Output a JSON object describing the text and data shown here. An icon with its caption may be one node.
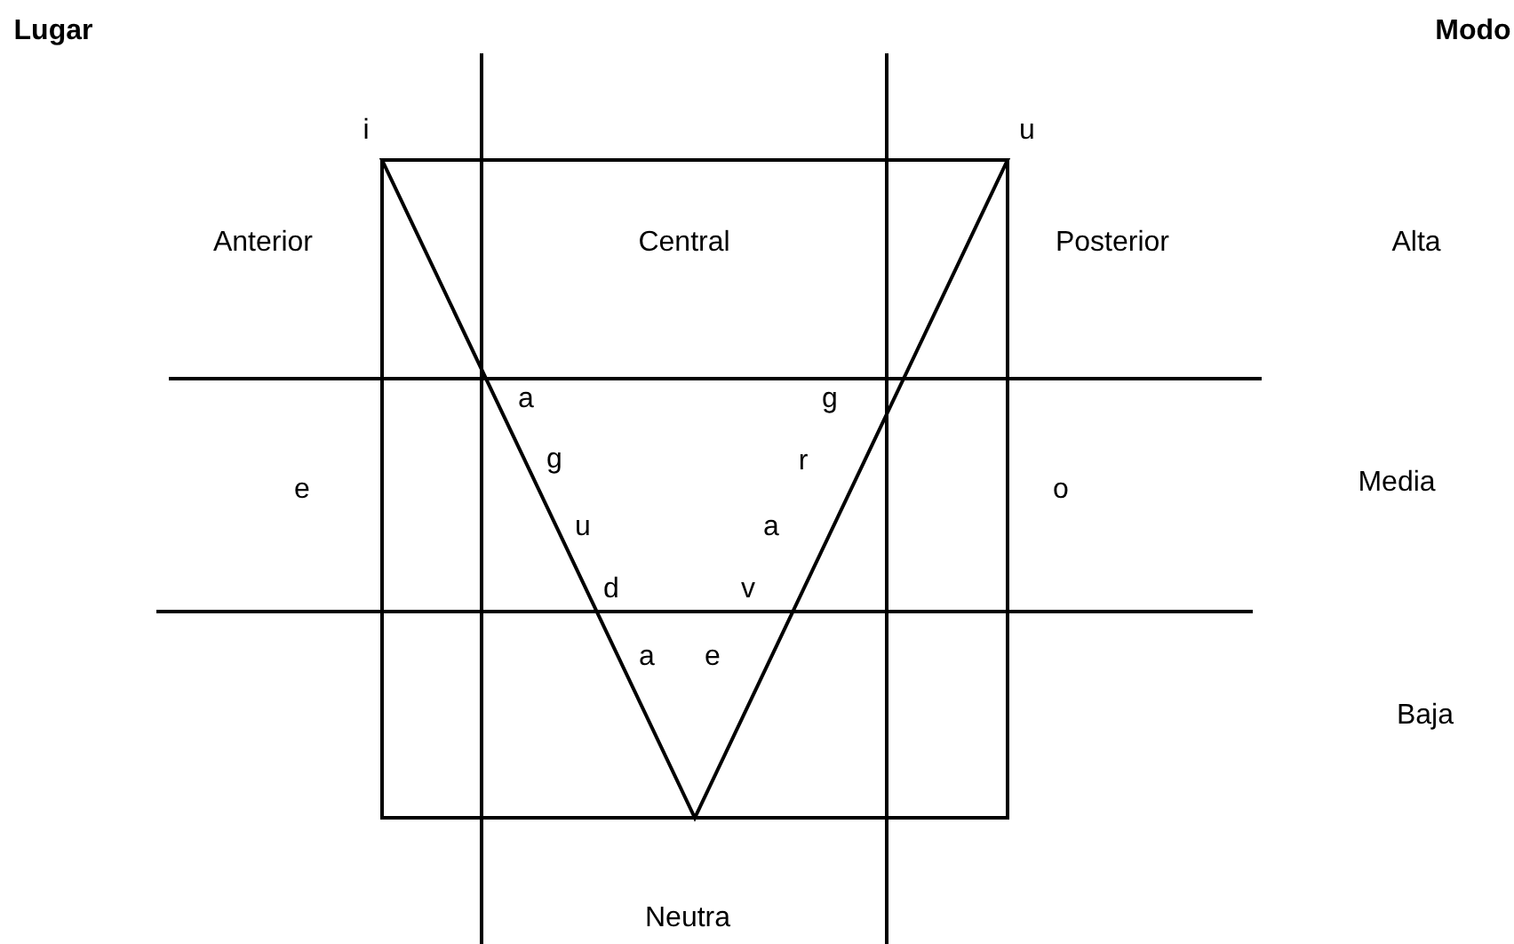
{
  "diagram": {
    "labels": [
      "Lugar",
      "Modo",
      "i",
      "u",
      "Anterior",
      "Central",
      "Posterior",
      "Alta",
      "a",
      "g",
      "g",
      "r",
      "e",
      "u",
      "a",
      "o",
      "Media",
      "d",
      "v",
      "a",
      "e",
      "Baja",
      "Neutra"
    ]
  }
}
